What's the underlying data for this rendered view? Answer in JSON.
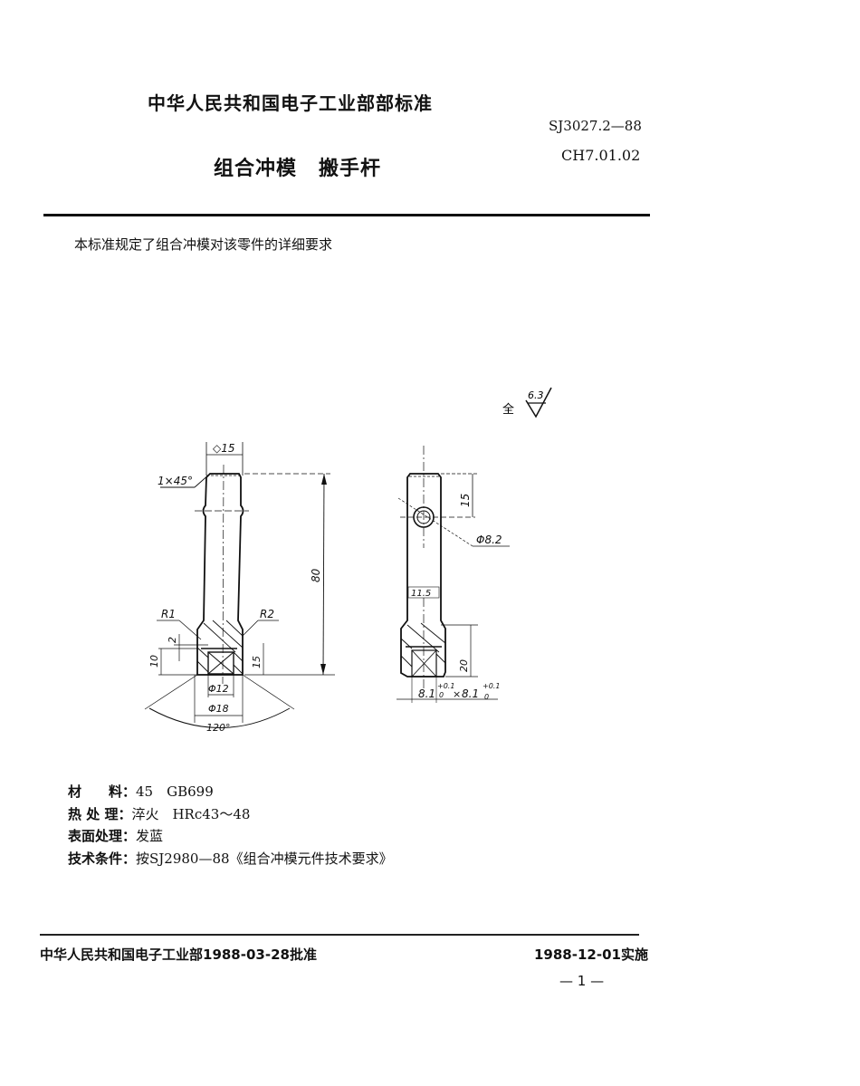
{
  "header": {
    "organization": "中华人民共和国电子工业部部标准",
    "standard_number": "SJ3027.2—88",
    "title_part1": "组合冲模",
    "title_part2": "搬手杆",
    "part_code": "CH7.01.02"
  },
  "intro_text": "本标准规定了组合冲模对该零件的详细要求",
  "surface_roughness": {
    "prefix": "全",
    "value": "6.3"
  },
  "drawing": {
    "front_view": {
      "dim_top_width": "◇15",
      "chamfer": "1×45°",
      "length": "80",
      "radius_left": "R1",
      "radius_right": "R2",
      "dim_2": "2",
      "dim_10": "10",
      "dim_15": "15",
      "diam_12": "Φ12",
      "diam_18": "Φ18",
      "angle": "120°"
    },
    "side_view": {
      "dim_15": "15",
      "hole_diam": "Φ8.2",
      "dim_11_5": "11.5",
      "dim_20": "20",
      "square_hole": "8.1 +0.1/0 × 8.1 +0.1/0",
      "tol_upper": "+0.1",
      "tol_lower": "0",
      "sq_size": "8.1"
    }
  },
  "specs": [
    {
      "label": "材　　料：",
      "value": "45　GB699"
    },
    {
      "label": "热 处 理：",
      "value": "淬火　HRc43～48"
    },
    {
      "label": "表面处理：",
      "value": "发蓝"
    },
    {
      "label": "技术条件：",
      "value": "按SJ2980—88《组合冲模元件技术要求》"
    }
  ],
  "footer": {
    "approval": "中华人民共和国电子工业部1988-03-28批准",
    "effective": "1988-12-01实施",
    "page": "— 1 —"
  }
}
